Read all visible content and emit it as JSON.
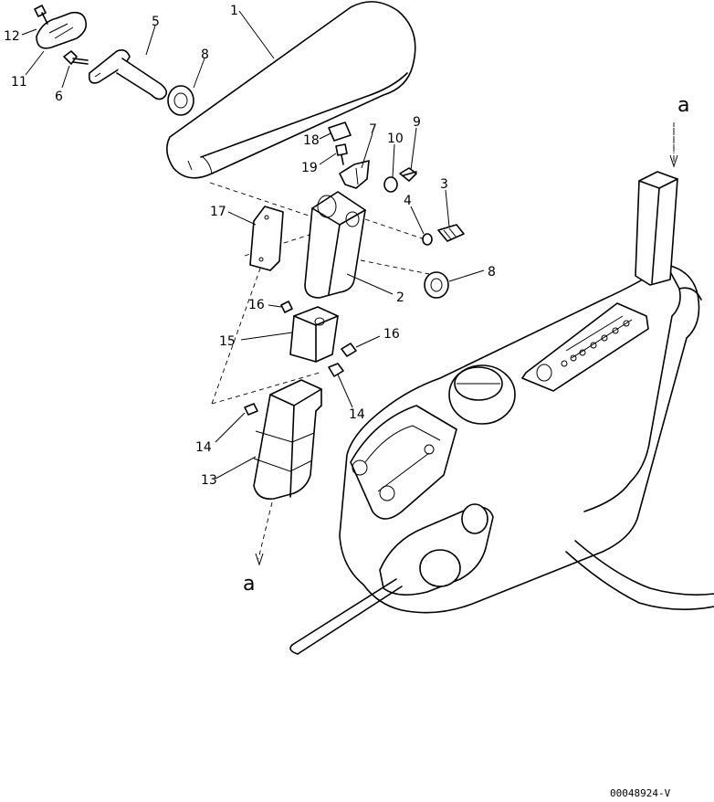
{
  "drawing_code": "00048924-V",
  "view_markers": [
    "a",
    "a"
  ],
  "callouts": {
    "p1": "1",
    "p2": "2",
    "p3": "3",
    "p4": "4",
    "p5": "5",
    "p6": "6",
    "p7": "7",
    "p8a": "8",
    "p8b": "8",
    "p9": "9",
    "p10": "10",
    "p11": "11",
    "p12": "12",
    "p13": "13",
    "p14a": "14",
    "p14b": "14",
    "p15": "15",
    "p16a": "16",
    "p16b": "16",
    "p17": "17",
    "p18": "18",
    "p19": "19"
  }
}
